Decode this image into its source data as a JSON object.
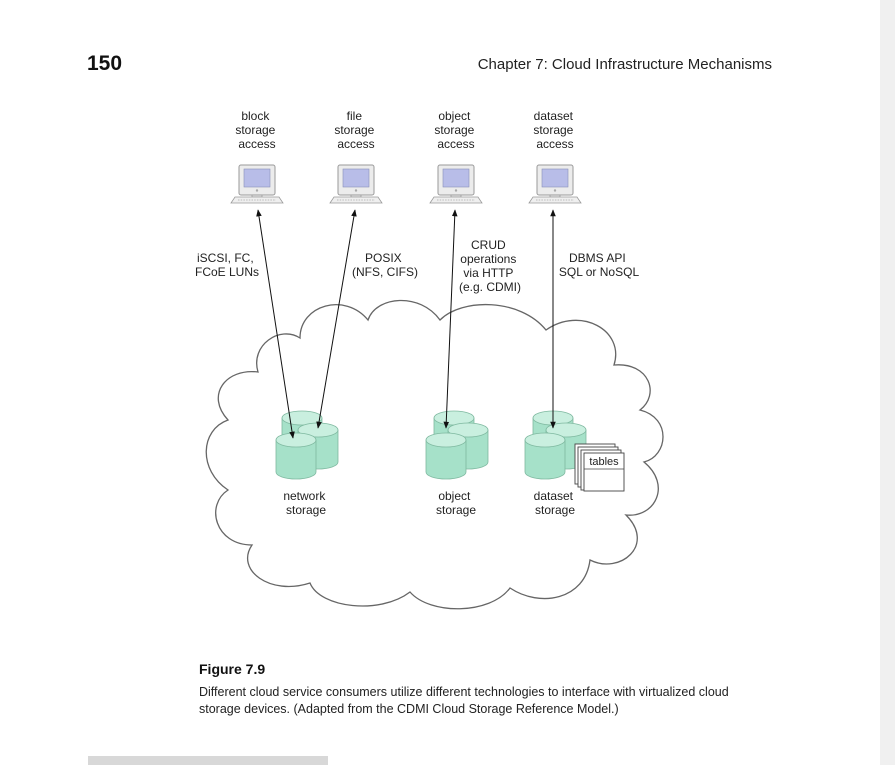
{
  "page": {
    "number": "150",
    "running_head": "Chapter 7: Cloud Infrastructure Mechanisms"
  },
  "figure": {
    "clients": [
      {
        "lines": [
          "block",
          "storage",
          "access"
        ],
        "icon": "computer-icon"
      },
      {
        "lines": [
          "file",
          "storage",
          "access"
        ],
        "icon": "computer-icon"
      },
      {
        "lines": [
          "object",
          "storage",
          "access"
        ],
        "icon": "computer-icon"
      },
      {
        "lines": [
          "dataset",
          "storage",
          "access"
        ],
        "icon": "computer-icon"
      }
    ],
    "protocols": [
      {
        "lines": [
          "iSCSI, FC,",
          "FCoE LUNs"
        ]
      },
      {
        "lines": [
          "POSIX",
          "(NFS, CIFS)"
        ]
      },
      {
        "lines": [
          "CRUD",
          "operations",
          "via HTTP",
          "(e.g. CDMI)"
        ]
      },
      {
        "lines": [
          "DBMS API",
          "SQL or NoSQL"
        ]
      }
    ],
    "devices": [
      {
        "lines": [
          "network",
          "storage"
        ],
        "icon": "storage-cylinders-icon"
      },
      {
        "lines": [
          "object",
          "storage"
        ],
        "icon": "storage-cylinders-icon"
      },
      {
        "lines": [
          "dataset",
          "storage"
        ],
        "icon": "storage-cylinders-icon"
      }
    ],
    "tables_label": "tables",
    "colors": {
      "monitor_screen": "#b8bde8",
      "cylinder_fill": "#a6e1c9",
      "cylinder_top": "#c9efdf",
      "cloud_stroke": "#666666"
    }
  },
  "caption": {
    "title": "Figure 7.9",
    "text": "Different cloud service consumers utilize different technologies to interface with virtualized cloud storage devices. (Adapted from the CDMI Cloud Storage Reference Model.)"
  }
}
